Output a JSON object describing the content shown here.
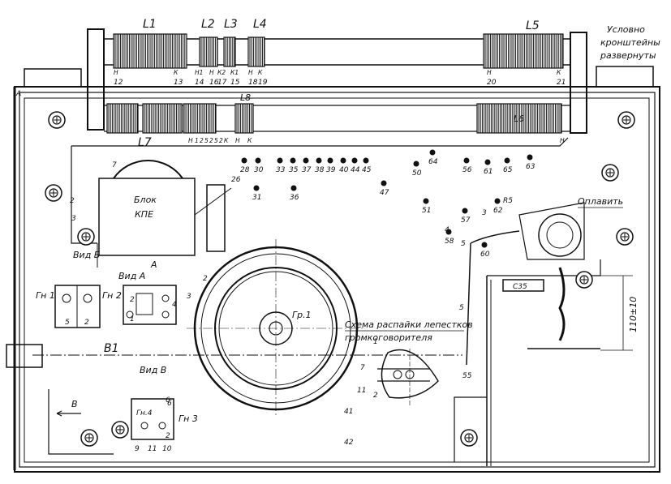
{
  "coils": {
    "L1": "L1",
    "L2": "L2",
    "L3": "L3",
    "L4": "L4",
    "L5": "L5",
    "L6": "L6",
    "L7": "L7",
    "L8": "L8"
  },
  "note_brackets": [
    "Условно",
    "кронштейны",
    "развернуты"
  ],
  "block_kpe": [
    "Блок",
    "КПЕ"
  ],
  "speaker_label": "Гр.1",
  "speaker_scheme": [
    "Схема распайки лепестков",
    "громкоговорителя"
  ],
  "solder_label": "Оплавить",
  "capacitor_c35": "С35",
  "resistor_r5": "R5",
  "dimension": "110±10",
  "views": {
    "A_label": "Вид А",
    "B_label": "Вид Б",
    "V_label": "Вид В"
  },
  "sockets": {
    "gn1": "Гн 1",
    "gn2": "Гн 2",
    "gn3": "Гн 3",
    "gn4": "Гн.4"
  },
  "b1": "В1",
  "letters": {
    "A1": "А",
    "A2": "А",
    "B": "В"
  },
  "top_terminals": [
    {
      "t": "Н",
      "n": "12"
    },
    {
      "t": "К",
      "n": "13"
    },
    {
      "t": "Н1",
      "n": "14"
    },
    {
      "t": "Н",
      "n": "16"
    },
    {
      "t": "К2",
      "n": "17"
    },
    {
      "t": "К1",
      "n": "15"
    },
    {
      "t": "Н",
      "n": "18"
    },
    {
      "t": "К",
      "n": "19"
    },
    {
      "t": "Н",
      "n": "20"
    },
    {
      "t": "К",
      "n": "21"
    }
  ],
  "lower_terminals": [
    "Н",
    "1",
    "2",
    "5",
    "2",
    "5",
    "2",
    "К",
    "Н",
    "К",
    "Н"
  ],
  "point_numbers": [
    "28",
    "30",
    "33",
    "35",
    "37",
    "38",
    "39",
    "40",
    "44",
    "45",
    "50",
    "64",
    "56",
    "61",
    "65",
    "63",
    "31",
    "36",
    "47",
    "51",
    "57",
    "62",
    "58",
    "60",
    "26",
    "7",
    "2",
    "3",
    "2",
    "4",
    "3",
    "5",
    "55",
    "41",
    "42",
    "1",
    "2",
    "7",
    "11",
    "9",
    "11",
    "10",
    "6"
  ],
  "socket_pins": [
    "5",
    "2",
    "2",
    "1",
    "4",
    "3",
    "2",
    "6"
  ],
  "wire_num_5": "5"
}
